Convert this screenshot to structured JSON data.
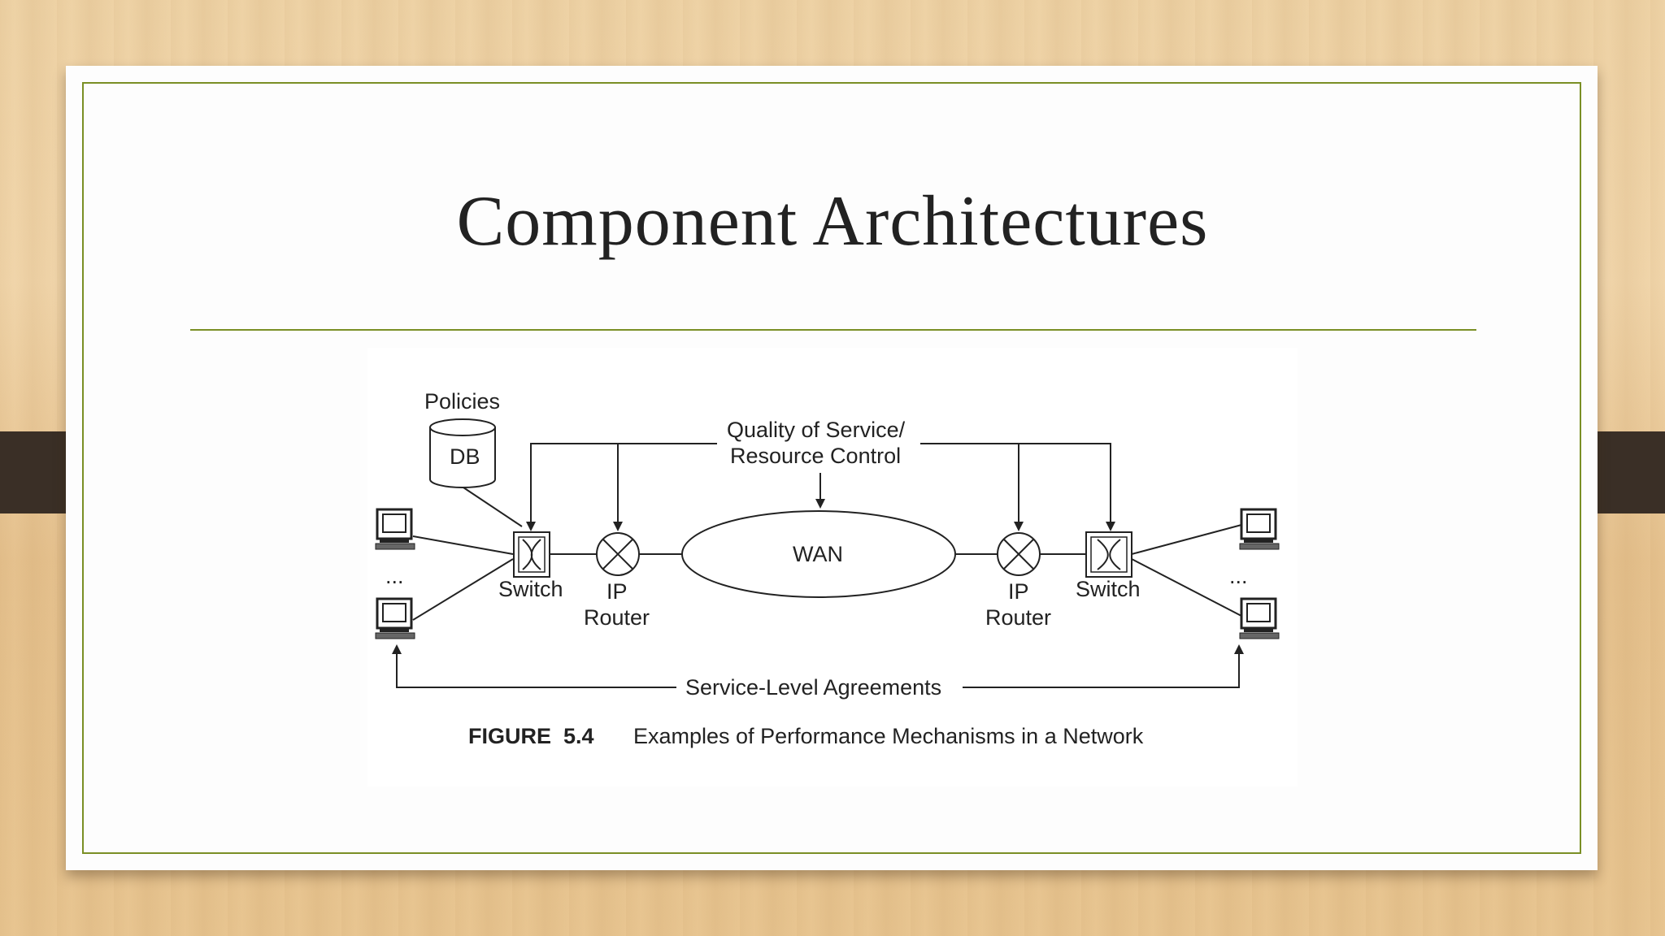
{
  "slide": {
    "title": "Component Architectures",
    "accent_color": "#7a8f25"
  },
  "diagram": {
    "policies_label": "Policies",
    "db_label": "DB",
    "qos_label_line1": "Quality of Service/",
    "qos_label_line2": "Resource Control",
    "wan_label": "WAN",
    "left_switch_label": "Switch",
    "right_switch_label": "Switch",
    "left_router_line1": "IP",
    "left_router_line2": "Router",
    "right_router_line1": "IP",
    "right_router_line2": "Router",
    "left_ellipsis": "...",
    "right_ellipsis": "...",
    "sla_label": "Service-Level Agreements",
    "icons": [
      "computer-icon",
      "database-icon",
      "switch-icon",
      "router-icon"
    ]
  },
  "caption": {
    "figure_number": "FIGURE  5.4",
    "text": "Examples of Performance Mechanisms in a Network"
  }
}
